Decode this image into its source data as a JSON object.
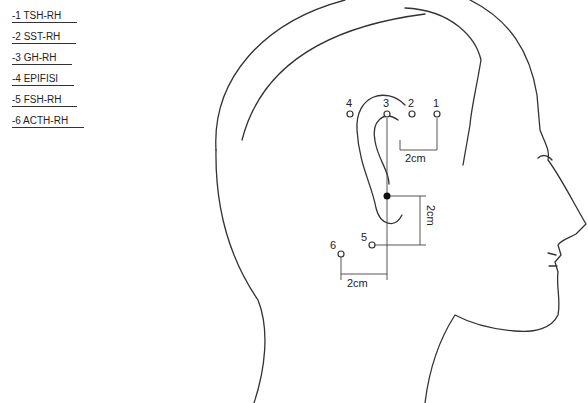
{
  "diagram": {
    "labels": [
      "4",
      "3",
      "2",
      "1",
      "2cm",
      "2cm",
      "6",
      "5",
      "2cm"
    ],
    "legend": [
      {
        "text": "-1 TSH-RH"
      },
      {
        "text": "-2 SST-RH"
      },
      {
        "text": "-3 GH-RH"
      },
      {
        "text": "-4 EPIFISI"
      },
      {
        "text": "-5 FSH-RH"
      },
      {
        "text": "-6 ACTH-RH"
      }
    ]
  }
}
